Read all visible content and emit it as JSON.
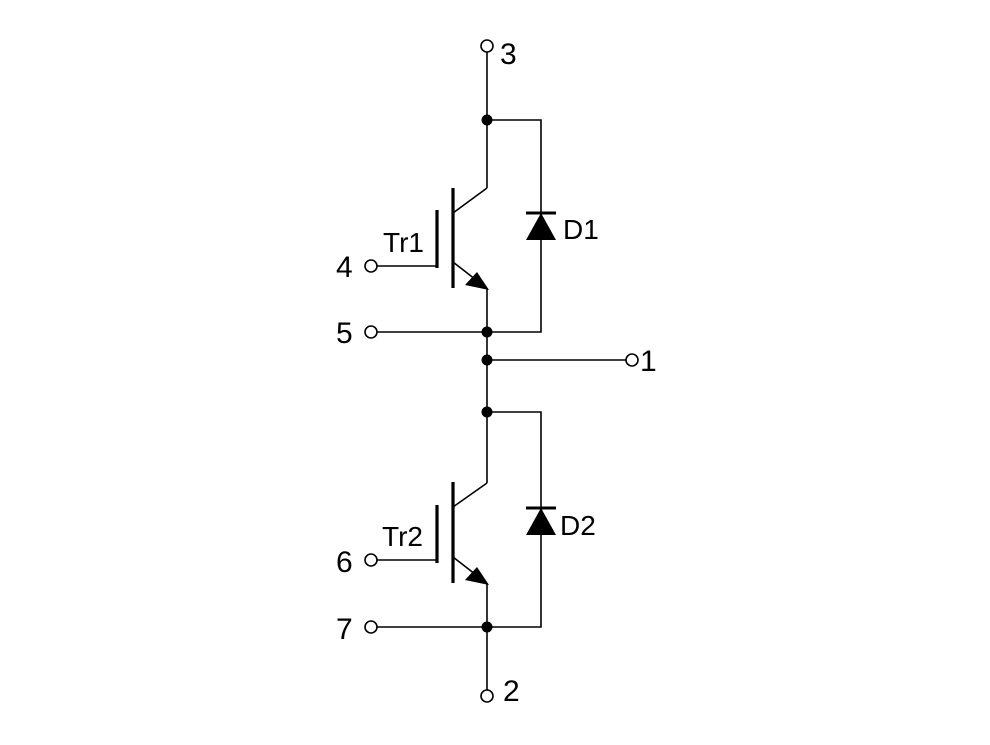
{
  "terminals": {
    "t1": "1",
    "t2": "2",
    "t3": "3",
    "t4": "4",
    "t5": "5",
    "t6": "6",
    "t7": "7"
  },
  "devices": {
    "tr1": "Tr1",
    "tr2": "Tr2",
    "d1": "D1",
    "d2": "D2"
  }
}
